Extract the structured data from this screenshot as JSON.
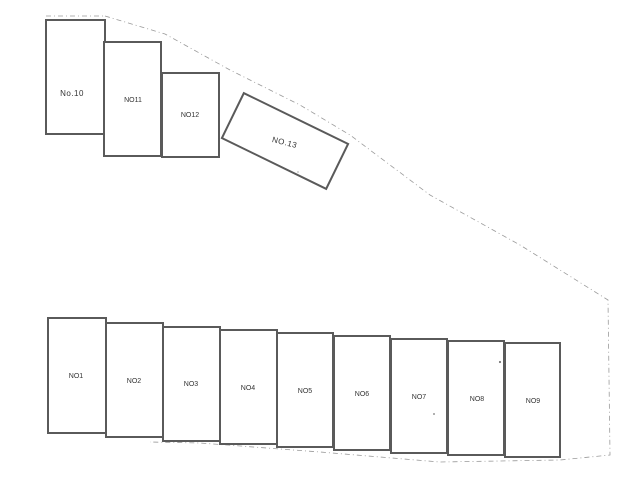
{
  "plan": {
    "lots": [
      {
        "id": "lot-1",
        "label": "NO1"
      },
      {
        "id": "lot-2",
        "label": "NO2"
      },
      {
        "id": "lot-3",
        "label": "NO3"
      },
      {
        "id": "lot-4",
        "label": "NO4"
      },
      {
        "id": "lot-5",
        "label": "NO5"
      },
      {
        "id": "lot-6",
        "label": "NO6"
      },
      {
        "id": "lot-7",
        "label": "NO7"
      },
      {
        "id": "lot-8",
        "label": "NO8"
      },
      {
        "id": "lot-9",
        "label": "NO9"
      },
      {
        "id": "lot-10",
        "label": "No.10"
      },
      {
        "id": "lot-11",
        "label": "NO11"
      },
      {
        "id": "lot-12",
        "label": "NO12"
      },
      {
        "id": "lot-13",
        "label": "NO.13"
      }
    ]
  }
}
